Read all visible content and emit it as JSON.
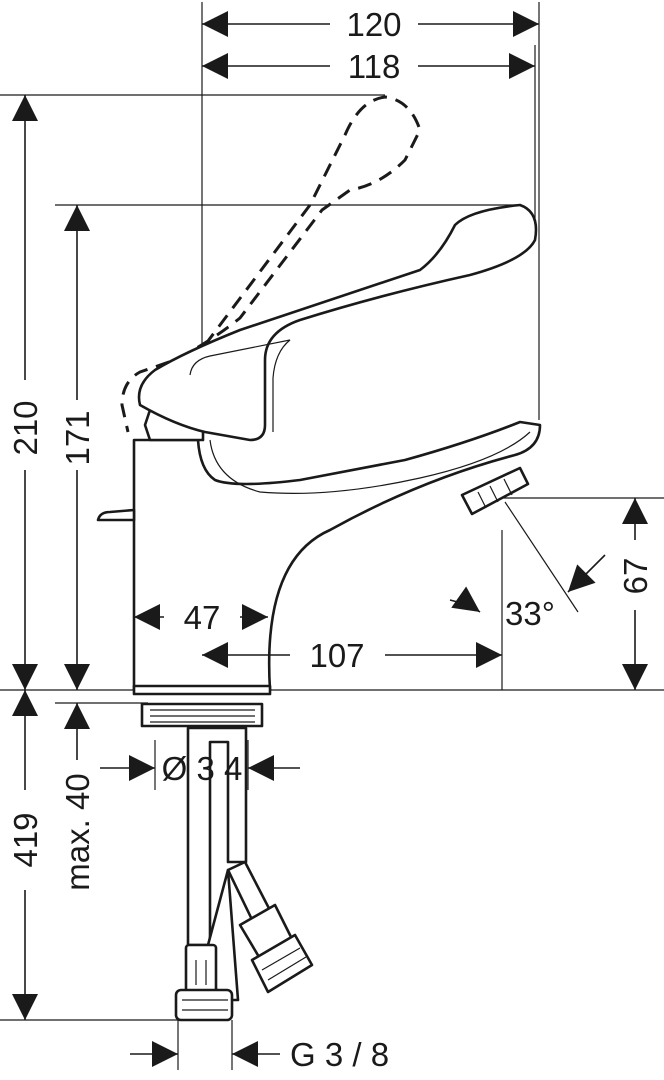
{
  "dimensions": {
    "width_overall": "120",
    "width_spout": "118",
    "height_overall": "210",
    "height_spout": "171",
    "body_width": "47",
    "spout_reach": "107",
    "spout_angle": "33°",
    "spout_height": "67",
    "hole_diameter": "Ø 3 4",
    "max_deck_thickness": "max. 40",
    "hose_length": "419",
    "connection_thread": "G 3 / 8"
  },
  "colors": {
    "line": "#1a1a1a",
    "background": "#ffffff"
  }
}
